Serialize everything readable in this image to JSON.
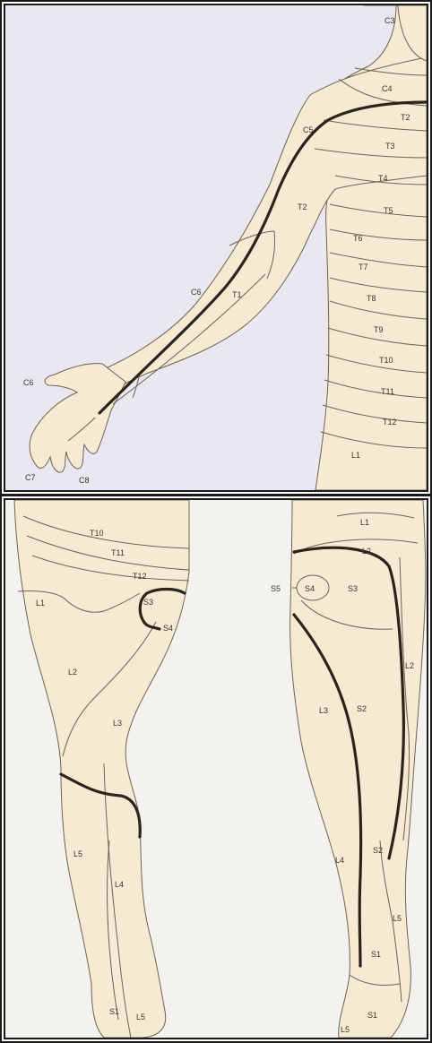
{
  "colors": {
    "skin": "#f6ead3",
    "outline": "#6e6250",
    "boundary": "#2a241d",
    "bg_top": "#e9e7f0",
    "bg_bottom": "#f4f2ef",
    "frame": "#1a1a1a"
  },
  "upper": {
    "labels": [
      "C3",
      "C4",
      "T2",
      "C5",
      "T3",
      "T4",
      "T5",
      "T2",
      "T6",
      "T7",
      "C6",
      "T1",
      "T8",
      "T9",
      "T10",
      "C6",
      "T11",
      "T12",
      "L1",
      "C7",
      "C8"
    ]
  },
  "lower": {
    "front": [
      "T10",
      "T11",
      "T12",
      "L1",
      "S3",
      "S4",
      "L2",
      "L3",
      "L5",
      "L4",
      "S1",
      "L5"
    ],
    "back": [
      "L1",
      "L2",
      "S5",
      "S4",
      "S3",
      "L2",
      "L3",
      "S2",
      "S2",
      "L4",
      "L5",
      "S1",
      "S1",
      "L5"
    ]
  }
}
